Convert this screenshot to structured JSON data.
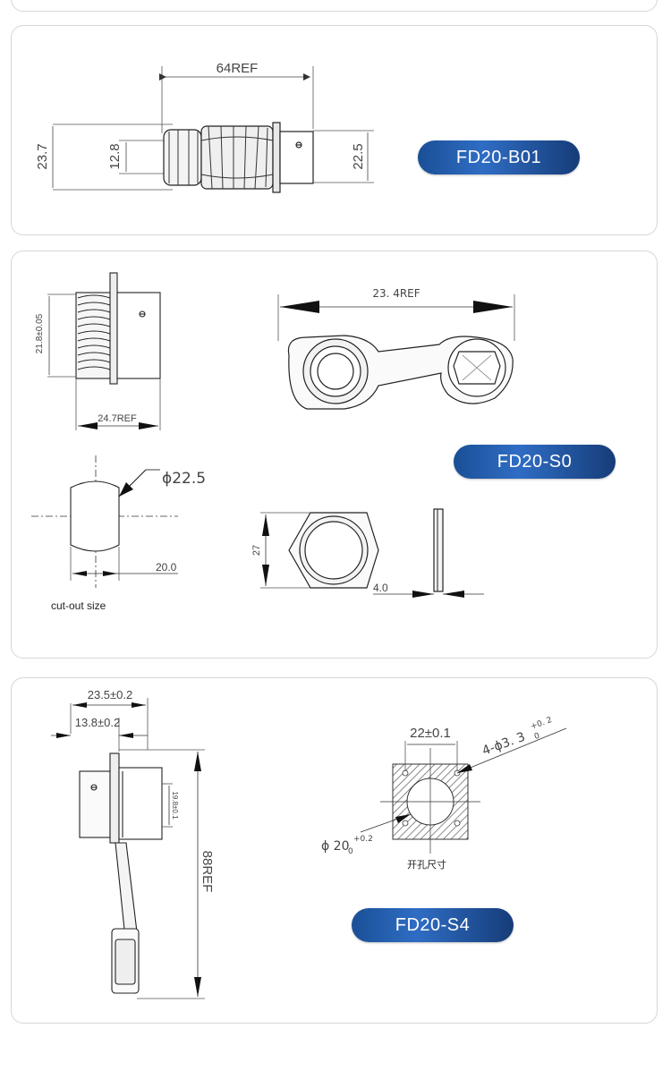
{
  "cards": {
    "b01": {
      "model_label": "FD20-B01",
      "dims": {
        "overall": "64REF",
        "height_outer": "23.7",
        "height_inner": "12.8",
        "height_right": "22.5"
      }
    },
    "s0": {
      "model_label": "FD20-S0",
      "dims": {
        "thread_dia": "21.8±0.05",
        "body_len": "24.7REF",
        "cap_len": "23. 4REF",
        "cutout_dia": "ϕ22.5",
        "cutout_flat": "20.0",
        "nut_height": "27",
        "nut_thick": "4.0"
      },
      "cutout_caption": "cut-out size"
    },
    "s4": {
      "model_label": "FD20-S4",
      "dims": {
        "width_total": "23.5±0.2",
        "width_flange": "13.8±0.2",
        "body_dia": "19.8±0.1",
        "overall_len": "88REF",
        "hole_pitch": "22±0.1",
        "mount_holes": "4-ϕ3. 3",
        "mount_holes_tol_upper": "+0. 2",
        "mount_holes_tol_lower": "0",
        "center_hole": "ϕ 20",
        "center_hole_tol_upper": "+0.2",
        "center_hole_tol_lower": "0"
      },
      "panel_caption": "开孔尺寸"
    }
  }
}
